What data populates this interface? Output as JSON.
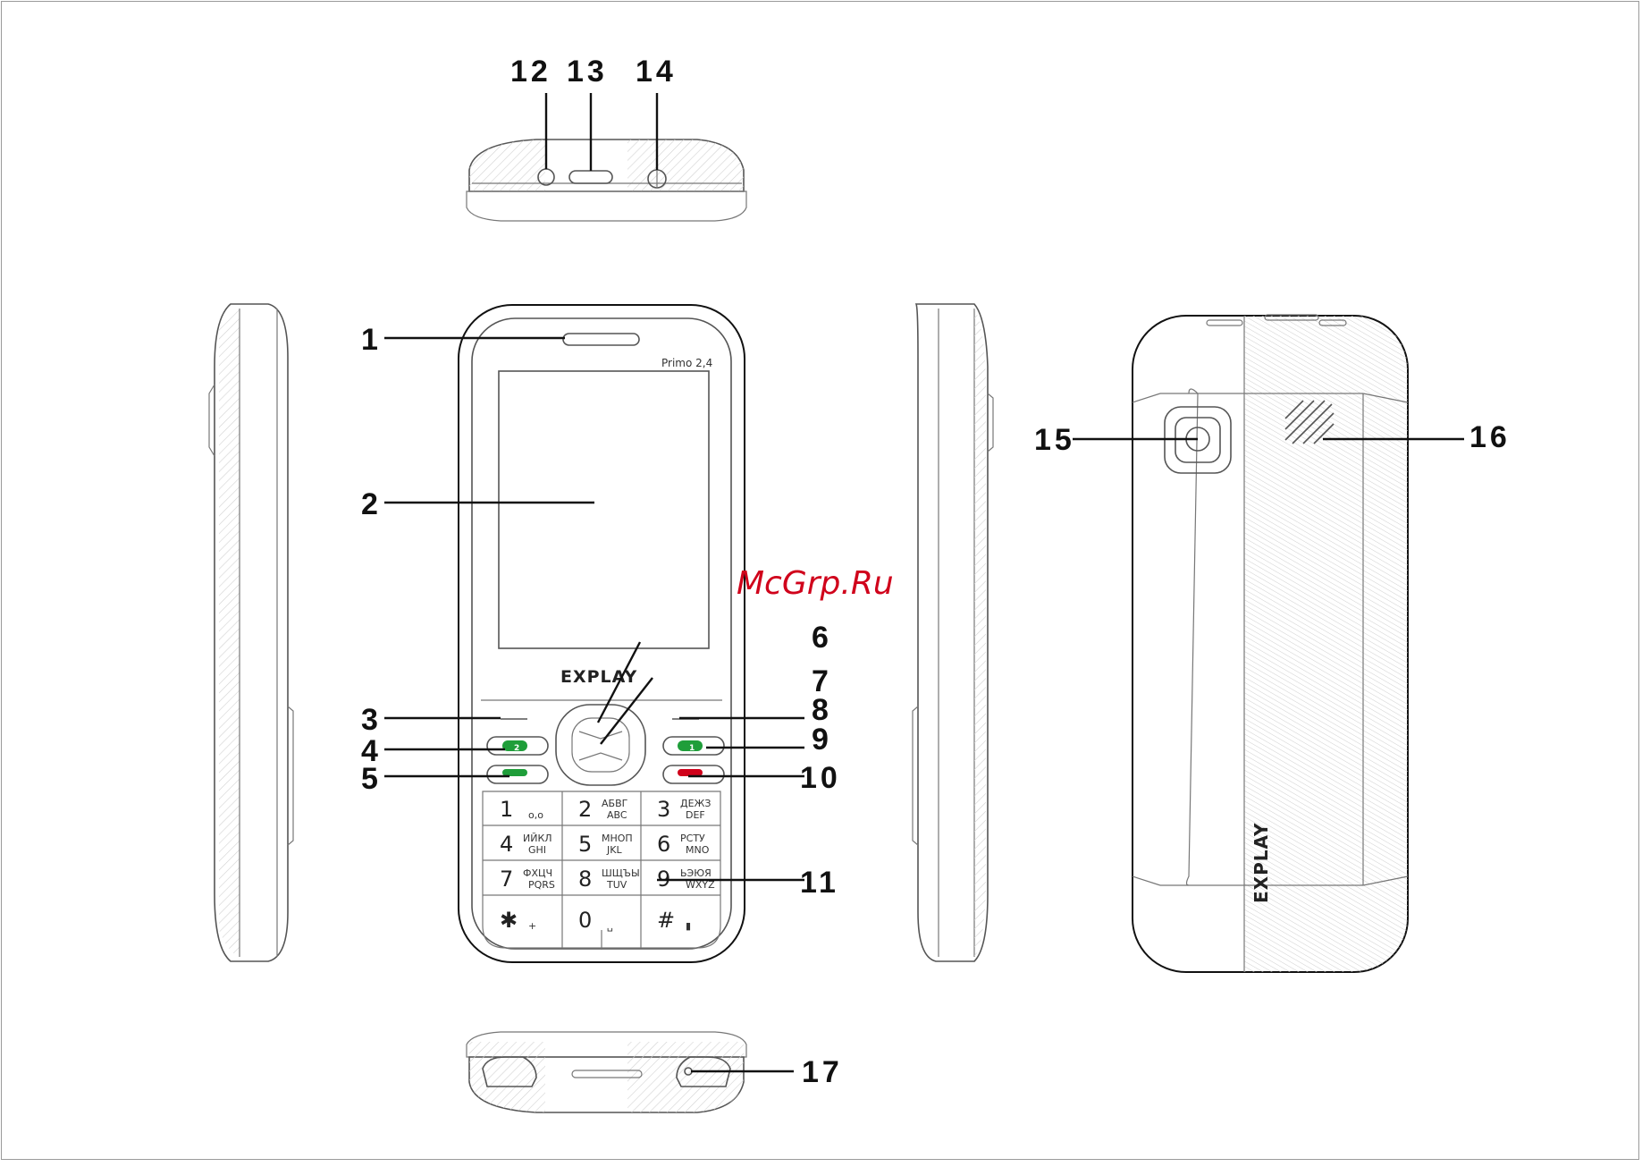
{
  "watermark": "McGrp.Ru",
  "watermark_color": "#d0021b",
  "brand_front": "EXPLAY",
  "brand_back": "EXPLAY",
  "model_label": "Primo 2,4",
  "callouts": [
    "1",
    "2",
    "3",
    "4",
    "5",
    "6",
    "7",
    "8",
    "9",
    "10",
    "11",
    "12",
    "13",
    "14",
    "15",
    "16",
    "17"
  ],
  "keypad": {
    "keys": [
      {
        "main": "1",
        "sub1": "",
        "sub2": "o,o"
      },
      {
        "main": "2",
        "sub1": "АБВГ",
        "sub2": "ABC"
      },
      {
        "main": "3",
        "sub1": "ДЕЖЗ",
        "sub2": "DEF"
      },
      {
        "main": "4",
        "sub1": "ИЙКЛ",
        "sub2": "GHI"
      },
      {
        "main": "5",
        "sub1": "МНОП",
        "sub2": "JKL"
      },
      {
        "main": "6",
        "sub1": "РСТУ",
        "sub2": "MNO"
      },
      {
        "main": "7",
        "sub1": "ФХЦЧ",
        "sub2": "PQRS"
      },
      {
        "main": "8",
        "sub1": "ШЩЪЫ",
        "sub2": "TUV"
      },
      {
        "main": "9",
        "sub1": "ЬЭЮЯ",
        "sub2": "WXYZ"
      },
      {
        "main": "✱",
        "sub1": "",
        "sub2": "+"
      },
      {
        "main": "0",
        "sub1": "",
        "sub2": "␣"
      },
      {
        "main": "#",
        "sub1": "",
        "sub2": "▮"
      }
    ],
    "sim1_label": "1",
    "sim2_label": "2"
  },
  "colors": {
    "call_green": "#1f9e3a",
    "end_red": "#d0021b"
  }
}
